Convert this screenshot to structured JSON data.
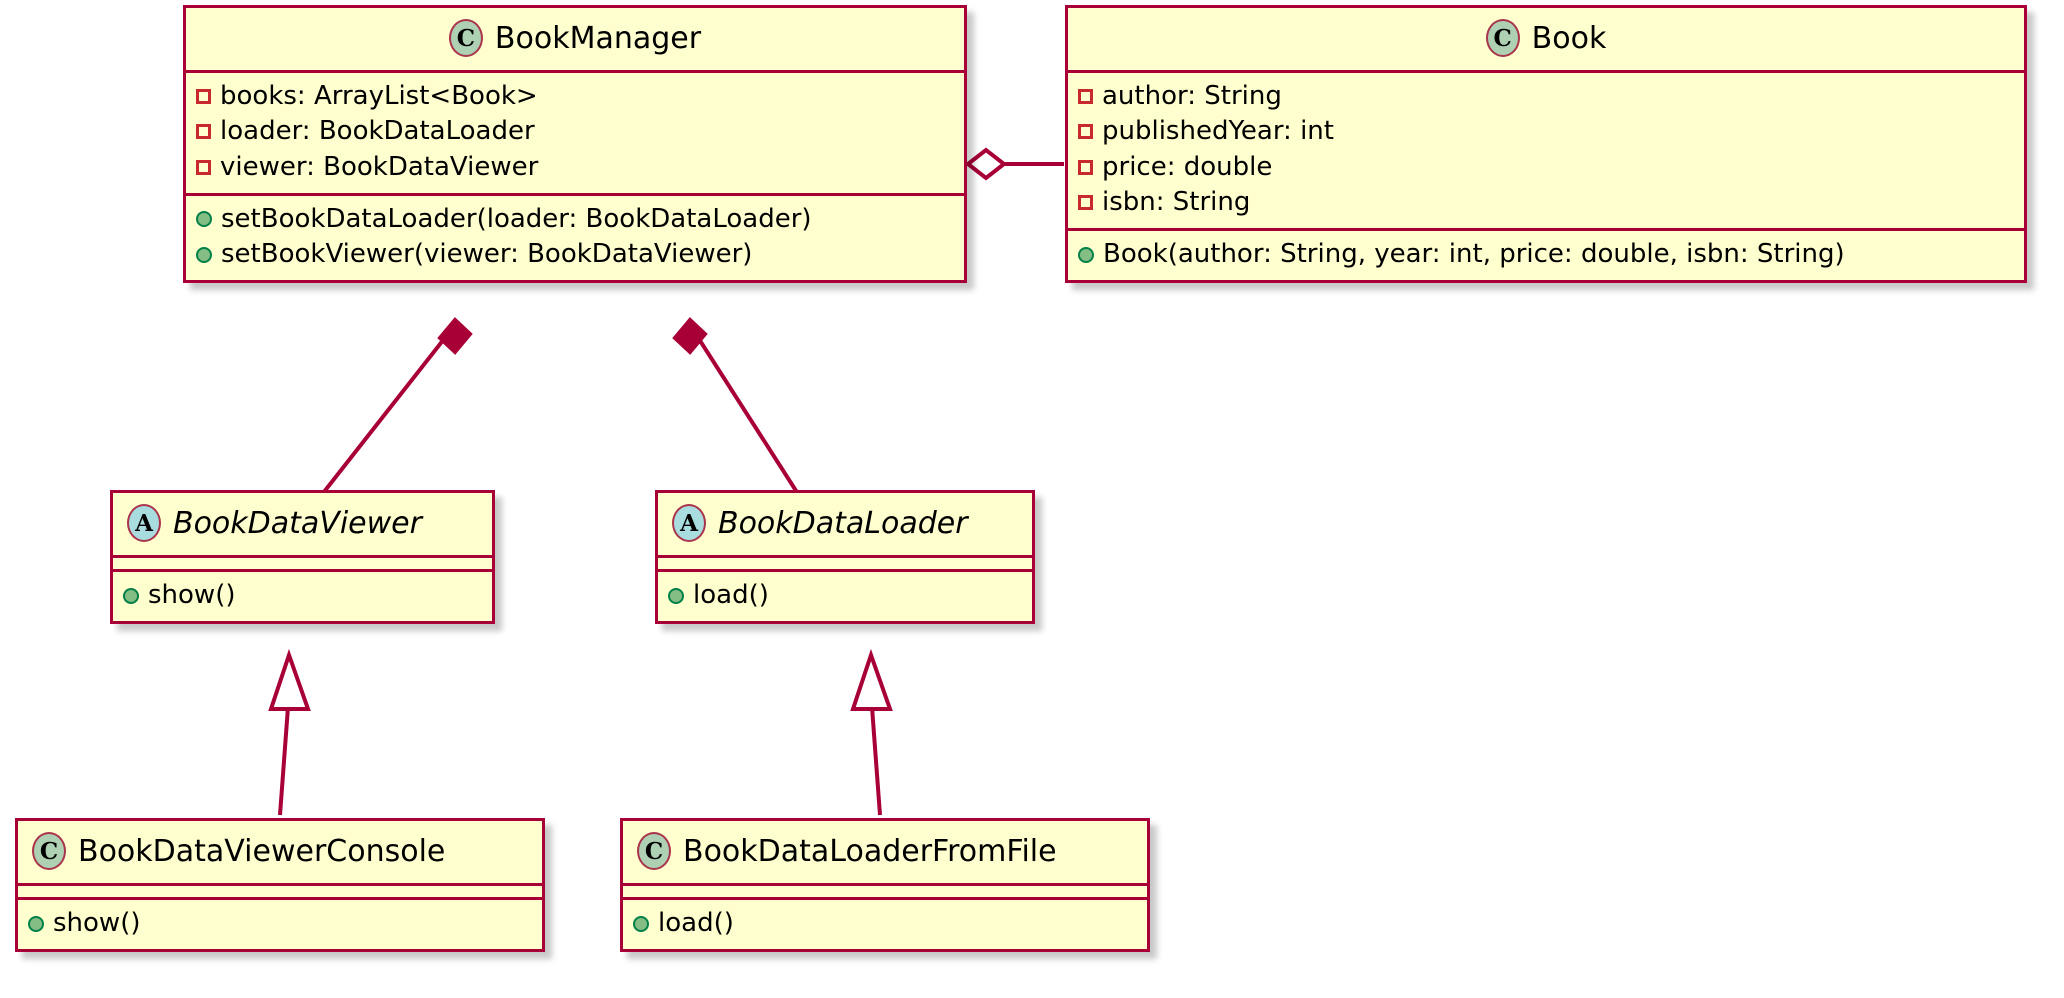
{
  "diagram": {
    "kind": "uml-class-diagram",
    "background": "#FFFFFF",
    "colors": {
      "border": "#A80036",
      "fill": "#FEFECE",
      "class_badge_fill": "#ADD1B2",
      "abstract_badge_fill": "#A9DCDF",
      "badge_border": "#A9344C",
      "private_field_icon": "#C82930",
      "public_method_icon": "#84BE84",
      "public_method_icon_border": "#038048",
      "line": "#A80036"
    }
  },
  "classes": {
    "book_manager": {
      "name": "BookManager",
      "badge": "C",
      "badge_kind": "class",
      "abstract": false,
      "fields": [
        {
          "icon": "private-field-icon",
          "text": "books: ArrayList<Book>"
        },
        {
          "icon": "private-field-icon",
          "text": "loader: BookDataLoader"
        },
        {
          "icon": "private-field-icon",
          "text": "viewer: BookDataViewer"
        }
      ],
      "methods": [
        {
          "icon": "public-method-icon",
          "text": "setBookDataLoader(loader: BookDataLoader)"
        },
        {
          "icon": "public-method-icon",
          "text": "setBookViewer(viewer: BookDataViewer)"
        }
      ]
    },
    "book": {
      "name": "Book",
      "badge": "C",
      "badge_kind": "class",
      "abstract": false,
      "fields": [
        {
          "icon": "private-field-icon",
          "text": "author: String"
        },
        {
          "icon": "private-field-icon",
          "text": "publishedYear: int"
        },
        {
          "icon": "private-field-icon",
          "text": "price: double"
        },
        {
          "icon": "private-field-icon",
          "text": "isbn: String"
        }
      ],
      "methods": [
        {
          "icon": "public-method-icon",
          "text": "Book(author: String, year: int, price: double, isbn: String)"
        }
      ]
    },
    "book_data_viewer": {
      "name": "BookDataViewer",
      "badge": "A",
      "badge_kind": "abstract",
      "abstract": true,
      "fields": [],
      "methods": [
        {
          "icon": "public-method-icon",
          "text": "show()"
        }
      ]
    },
    "book_data_loader": {
      "name": "BookDataLoader",
      "badge": "A",
      "badge_kind": "abstract",
      "abstract": true,
      "fields": [],
      "methods": [
        {
          "icon": "public-method-icon",
          "text": "load()"
        }
      ]
    },
    "book_data_viewer_console": {
      "name": "BookDataViewerConsole",
      "badge": "C",
      "badge_kind": "class",
      "abstract": false,
      "fields": [],
      "methods": [
        {
          "icon": "public-method-icon",
          "text": "show()"
        }
      ]
    },
    "book_data_loader_from_file": {
      "name": "BookDataLoaderFromFile",
      "badge": "C",
      "badge_kind": "class",
      "abstract": false,
      "fields": [],
      "methods": [
        {
          "icon": "public-method-icon",
          "text": "load()"
        }
      ]
    }
  },
  "relationships": [
    {
      "id": "agg-manager-book",
      "type": "aggregation",
      "from": "BookManager",
      "to": "Book",
      "marker": "hollow-diamond"
    },
    {
      "id": "comp-manager-viewer",
      "type": "composition",
      "from": "BookManager",
      "to": "BookDataViewer",
      "marker": "filled-diamond"
    },
    {
      "id": "comp-manager-loader",
      "type": "composition",
      "from": "BookManager",
      "to": "BookDataLoader",
      "marker": "filled-diamond"
    },
    {
      "id": "gen-viewerconsole-viewer",
      "type": "generalization",
      "from": "BookDataViewerConsole",
      "to": "BookDataViewer",
      "marker": "hollow-triangle"
    },
    {
      "id": "gen-loaderfile-loader",
      "type": "generalization",
      "from": "BookDataLoaderFromFile",
      "to": "BookDataLoader",
      "marker": "hollow-triangle"
    }
  ]
}
